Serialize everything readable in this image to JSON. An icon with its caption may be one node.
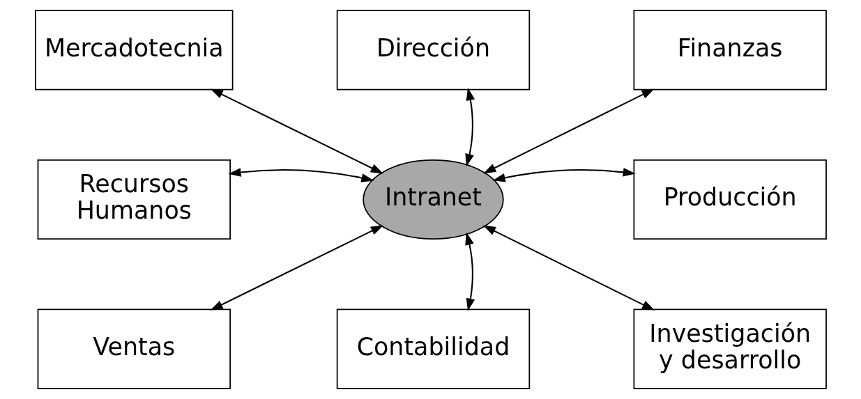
{
  "diagram": {
    "nodes": [
      {
        "text": [
          "Mercadotecnia"
        ]
      },
      {
        "text": [
          "Dirección"
        ]
      },
      {
        "text": [
          "Finanzas"
        ]
      },
      {
        "text": [
          "Recursos Humanos"
        ]
      },
      {
        "text": [
          "Intranet"
        ]
      },
      {
        "text": [
          "Producción"
        ]
      },
      {
        "text": [
          "Ventas"
        ]
      },
      {
        "text": [
          "Contabilidad"
        ]
      },
      {
        "text": [
          "Investigación y desarrollo"
        ]
      }
    ],
    "edges": [
      {
        "from": 0,
        "to": 4,
        "arrow": "both"
      },
      {
        "from": 1,
        "to": 4,
        "arrow": "both"
      },
      {
        "from": 2,
        "to": 4,
        "arrow": "both"
      },
      {
        "from": 3,
        "to": 4,
        "arrow": "both"
      },
      {
        "from": 4,
        "to": 5,
        "arrow": "both"
      },
      {
        "from": 4,
        "to": 6,
        "arrow": "both"
      },
      {
        "from": 4,
        "to": 7,
        "arrow": "both"
      },
      {
        "from": 4,
        "to": 8,
        "arrow": "both"
      }
    ]
  }
}
